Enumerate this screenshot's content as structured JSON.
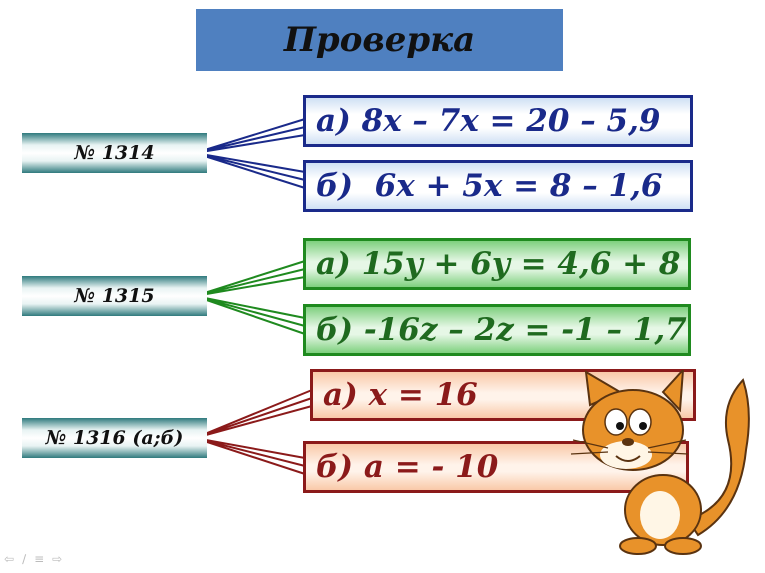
{
  "title": "Проверка",
  "tasks": [
    {
      "number": "№ 1314",
      "items": [
        {
          "label": "а)",
          "expr": "8x – 7x = 20 – 5,9"
        },
        {
          "label": "б)",
          "expr": "6x + 5x = 8 – 1,6"
        }
      ]
    },
    {
      "number": "№ 1315",
      "items": [
        {
          "label": "а)",
          "expr": "15y + 6y = 4,6 + 8"
        },
        {
          "label": "б)",
          "expr": "-16z – 2z = -1 – 1,7"
        }
      ]
    },
    {
      "number": "№ 1316 (а;б)",
      "items": [
        {
          "label": "а)",
          "expr": "x = 16"
        },
        {
          "label": "б)",
          "expr": "a = - 10"
        }
      ]
    }
  ],
  "colors": {
    "title_bg": "#4f80c0",
    "group1": "#1a2a8a",
    "group2": "#1f8a1f",
    "group3": "#8b1a1a"
  },
  "icons": [
    "prev-arrow-icon",
    "pen-icon",
    "menu-icon",
    "next-arrow-icon"
  ]
}
